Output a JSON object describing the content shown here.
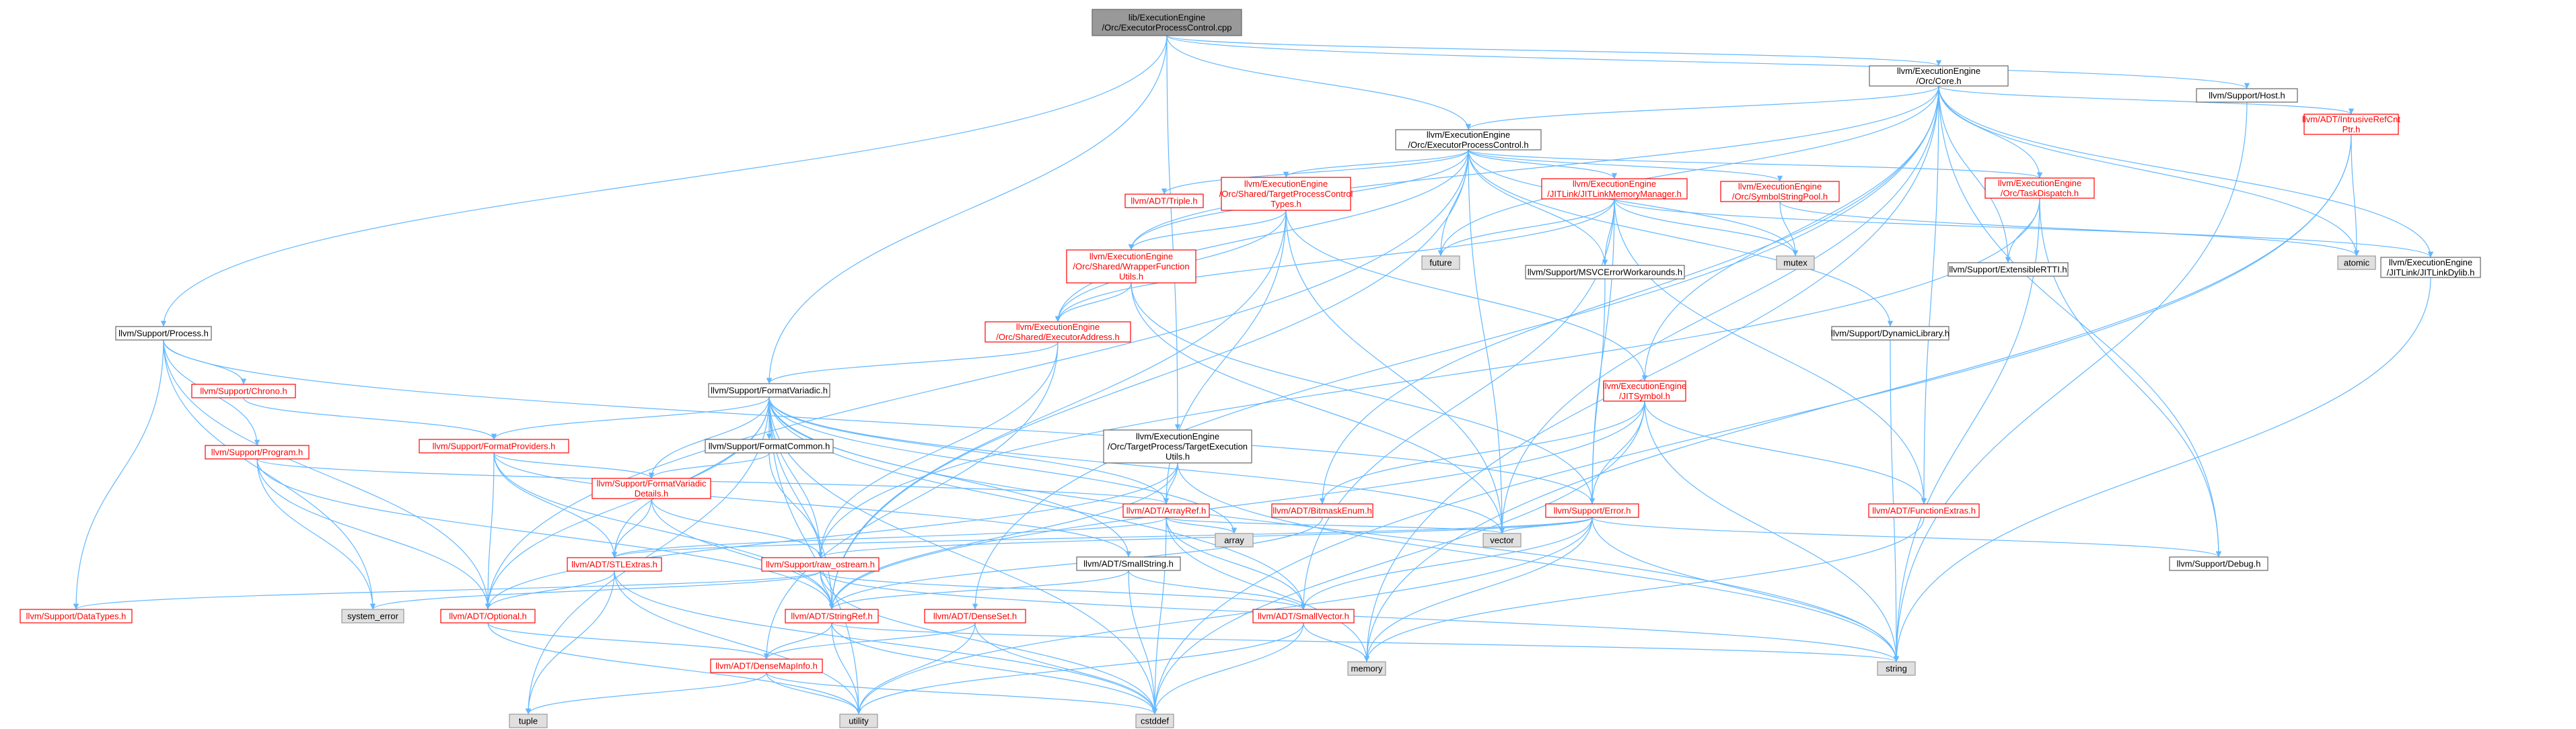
{
  "colors": {
    "edge": "#63b8ff",
    "root_fill": "#999999",
    "node_border": "#666666",
    "link_red": "#ff0000",
    "system_fill": "#e0e0e0"
  },
  "nodes": [
    {
      "id": "root",
      "kind": "root",
      "lines": [
        "lib/ExecutionEngine",
        "/Orc/ExecutorProcessControl.cpp"
      ]
    },
    {
      "id": "core",
      "kind": "white",
      "lines": [
        "llvm/ExecutionEngine",
        "/Orc/Core.h"
      ]
    },
    {
      "id": "host",
      "kind": "white",
      "lines": [
        "llvm/Support/Host.h"
      ]
    },
    {
      "id": "epc",
      "kind": "white",
      "lines": [
        "llvm/ExecutionEngine",
        "/Orc/ExecutorProcessControl.h"
      ]
    },
    {
      "id": "intrusive",
      "kind": "red",
      "lines": [
        "llvm/ADT/IntrusiveRefCnt",
        "Ptr.h"
      ]
    },
    {
      "id": "triple",
      "kind": "red",
      "lines": [
        "llvm/ADT/Triple.h"
      ]
    },
    {
      "id": "tpctypes",
      "kind": "red",
      "lines": [
        "llvm/ExecutionEngine",
        "/Orc/Shared/TargetProcessControl",
        "Types.h"
      ]
    },
    {
      "id": "jitlinkmem",
      "kind": "red",
      "lines": [
        "llvm/ExecutionEngine",
        "/JITLink/JITLinkMemoryManager.h"
      ]
    },
    {
      "id": "symbolpool",
      "kind": "red",
      "lines": [
        "llvm/ExecutionEngine",
        "/Orc/SymbolStringPool.h"
      ]
    },
    {
      "id": "taskdispatch",
      "kind": "red",
      "lines": [
        "llvm/ExecutionEngine",
        "/Orc/TaskDispatch.h"
      ]
    },
    {
      "id": "atomic",
      "kind": "gray",
      "lines": [
        "atomic"
      ]
    },
    {
      "id": "jitlinkdylib",
      "kind": "white",
      "lines": [
        "llvm/ExecutionEngine",
        "/JITLink/JITLinkDylib.h"
      ]
    },
    {
      "id": "future",
      "kind": "gray",
      "lines": [
        "future"
      ]
    },
    {
      "id": "mutex",
      "kind": "gray",
      "lines": [
        "mutex"
      ]
    },
    {
      "id": "extrtti",
      "kind": "white",
      "lines": [
        "llvm/Support/ExtensibleRTTI.h"
      ]
    },
    {
      "id": "wrapperfn",
      "kind": "red",
      "lines": [
        "llvm/ExecutionEngine",
        "/Orc/Shared/WrapperFunction",
        "Utils.h"
      ]
    },
    {
      "id": "msvcerr",
      "kind": "white",
      "lines": [
        "llvm/Support/MSVCErrorWorkarounds.h"
      ]
    },
    {
      "id": "process",
      "kind": "white",
      "lines": [
        "llvm/Support/Process.h"
      ]
    },
    {
      "id": "execaddr",
      "kind": "red",
      "lines": [
        "llvm/ExecutionEngine",
        "/Orc/Shared/ExecutorAddress.h"
      ]
    },
    {
      "id": "dynlib",
      "kind": "white",
      "lines": [
        "llvm/Support/DynamicLibrary.h"
      ]
    },
    {
      "id": "chrono",
      "kind": "red",
      "lines": [
        "llvm/Support/Chrono.h"
      ]
    },
    {
      "id": "formatvariadic",
      "kind": "white",
      "lines": [
        "llvm/Support/FormatVariadic.h"
      ]
    },
    {
      "id": "jitsymbol",
      "kind": "red",
      "lines": [
        "llvm/ExecutionEngine",
        "/JITSymbol.h"
      ]
    },
    {
      "id": "program",
      "kind": "red",
      "lines": [
        "llvm/Support/Program.h"
      ]
    },
    {
      "id": "formatproviders",
      "kind": "red",
      "lines": [
        "llvm/Support/FormatProviders.h"
      ]
    },
    {
      "id": "formatcommon",
      "kind": "white",
      "lines": [
        "llvm/Support/FormatCommon.h"
      ]
    },
    {
      "id": "tpexec",
      "kind": "white",
      "lines": [
        "llvm/ExecutionEngine",
        "/Orc/TargetProcess/TargetExecution",
        "Utils.h"
      ]
    },
    {
      "id": "formatvardetails",
      "kind": "red",
      "lines": [
        "llvm/Support/FormatVariadic",
        "Details.h"
      ]
    },
    {
      "id": "arrayref",
      "kind": "red",
      "lines": [
        "llvm/ADT/ArrayRef.h"
      ]
    },
    {
      "id": "bitmaskenum",
      "kind": "red",
      "lines": [
        "llvm/ADT/BitmaskEnum.h"
      ]
    },
    {
      "id": "error",
      "kind": "red",
      "lines": [
        "llvm/Support/Error.h"
      ]
    },
    {
      "id": "functionextras",
      "kind": "red",
      "lines": [
        "llvm/ADT/FunctionExtras.h"
      ]
    },
    {
      "id": "array",
      "kind": "gray",
      "lines": [
        "array"
      ]
    },
    {
      "id": "vector",
      "kind": "gray",
      "lines": [
        "vector"
      ]
    },
    {
      "id": "stlextras",
      "kind": "red",
      "lines": [
        "llvm/ADT/STLExtras.h"
      ]
    },
    {
      "id": "rawostream",
      "kind": "red",
      "lines": [
        "llvm/Support/raw_ostream.h"
      ]
    },
    {
      "id": "smallstring",
      "kind": "white",
      "lines": [
        "llvm/ADT/SmallString.h"
      ]
    },
    {
      "id": "debug",
      "kind": "white",
      "lines": [
        "llvm/Support/Debug.h"
      ]
    },
    {
      "id": "datatypes",
      "kind": "red",
      "lines": [
        "llvm/Support/DataTypes.h"
      ]
    },
    {
      "id": "systemerror",
      "kind": "gray",
      "lines": [
        "system_error"
      ]
    },
    {
      "id": "optional",
      "kind": "red",
      "lines": [
        "llvm/ADT/Optional.h"
      ]
    },
    {
      "id": "stringref",
      "kind": "red",
      "lines": [
        "llvm/ADT/StringRef.h"
      ]
    },
    {
      "id": "denseset",
      "kind": "red",
      "lines": [
        "llvm/ADT/DenseSet.h"
      ]
    },
    {
      "id": "smallvector",
      "kind": "red",
      "lines": [
        "llvm/ADT/SmallVector.h"
      ]
    },
    {
      "id": "memory",
      "kind": "gray",
      "lines": [
        "memory"
      ]
    },
    {
      "id": "string",
      "kind": "gray",
      "lines": [
        "string"
      ]
    },
    {
      "id": "densemapinfo",
      "kind": "red",
      "lines": [
        "llvm/ADT/DenseMapInfo.h"
      ]
    },
    {
      "id": "tuple",
      "kind": "gray",
      "lines": [
        "tuple"
      ]
    },
    {
      "id": "utility",
      "kind": "gray",
      "lines": [
        "utility"
      ]
    },
    {
      "id": "cstddef",
      "kind": "gray",
      "lines": [
        "cstddef"
      ]
    }
  ],
  "edges": [
    [
      "root",
      "core"
    ],
    [
      "root",
      "host"
    ],
    [
      "root",
      "epc"
    ],
    [
      "root",
      "process"
    ],
    [
      "root",
      "formatvariadic"
    ],
    [
      "root",
      "tpexec"
    ],
    [
      "core",
      "epc"
    ],
    [
      "core",
      "intrusive"
    ],
    [
      "core",
      "taskdispatch"
    ],
    [
      "core",
      "extrtti"
    ],
    [
      "core",
      "jitlinkdylib"
    ],
    [
      "core",
      "atomic"
    ],
    [
      "core",
      "future"
    ],
    [
      "core",
      "jitsymbol"
    ],
    [
      "core",
      "functionextras"
    ],
    [
      "core",
      "debug"
    ],
    [
      "core",
      "bitmaskenum"
    ],
    [
      "core",
      "vector"
    ],
    [
      "core",
      "memory"
    ],
    [
      "core",
      "wrapperfn"
    ],
    [
      "core",
      "denseset"
    ],
    [
      "host",
      "string"
    ],
    [
      "epc",
      "triple"
    ],
    [
      "epc",
      "tpctypes"
    ],
    [
      "epc",
      "jitlinkmem"
    ],
    [
      "epc",
      "symbolpool"
    ],
    [
      "epc",
      "taskdispatch"
    ],
    [
      "epc",
      "msvcerr"
    ],
    [
      "epc",
      "dynlib"
    ],
    [
      "epc",
      "execaddr"
    ],
    [
      "epc",
      "wrapperfn"
    ],
    [
      "epc",
      "future"
    ],
    [
      "epc",
      "mutex"
    ],
    [
      "epc",
      "vector"
    ],
    [
      "epc",
      "stringref"
    ],
    [
      "epc",
      "optional"
    ],
    [
      "intrusive",
      "atomic"
    ],
    [
      "intrusive",
      "cstddef"
    ],
    [
      "intrusive",
      "memory"
    ],
    [
      "tpctypes",
      "wrapperfn"
    ],
    [
      "tpctypes",
      "execaddr"
    ],
    [
      "tpctypes",
      "arrayref"
    ],
    [
      "tpctypes",
      "jitsymbol"
    ],
    [
      "tpctypes",
      "vector"
    ],
    [
      "tpctypes",
      "stringref"
    ],
    [
      "jitlinkmem",
      "execaddr"
    ],
    [
      "jitlinkmem",
      "msvcerr"
    ],
    [
      "jitlinkmem",
      "future"
    ],
    [
      "jitlinkmem",
      "mutex"
    ],
    [
      "jitlinkmem",
      "functionextras"
    ],
    [
      "jitlinkmem",
      "error"
    ],
    [
      "jitlinkmem",
      "jitlinkdylib"
    ],
    [
      "jitlinkmem",
      "smallvector"
    ],
    [
      "symbolpool",
      "mutex"
    ],
    [
      "symbolpool",
      "atomic"
    ],
    [
      "taskdispatch",
      "extrtti"
    ],
    [
      "taskdispatch",
      "debug"
    ],
    [
      "taskdispatch",
      "string"
    ],
    [
      "taskdispatch",
      "rawostream"
    ],
    [
      "jitlinkdylib",
      "string"
    ],
    [
      "wrapperfn",
      "execaddr"
    ],
    [
      "wrapperfn",
      "error"
    ],
    [
      "wrapperfn",
      "vector"
    ],
    [
      "msvcerr",
      "error"
    ],
    [
      "process",
      "chrono"
    ],
    [
      "process",
      "program"
    ],
    [
      "process",
      "datatypes"
    ],
    [
      "process",
      "systemerror"
    ],
    [
      "process",
      "optional"
    ],
    [
      "process",
      "error"
    ],
    [
      "execaddr",
      "formatvariadic"
    ],
    [
      "execaddr",
      "rawostream"
    ],
    [
      "execaddr",
      "densemapinfo"
    ],
    [
      "dynlib",
      "string"
    ],
    [
      "chrono",
      "formatproviders"
    ],
    [
      "formatvariadic",
      "formatproviders"
    ],
    [
      "formatvariadic",
      "formatcommon"
    ],
    [
      "formatvariadic",
      "formatvardetails"
    ],
    [
      "formatvariadic",
      "arrayref"
    ],
    [
      "formatvariadic",
      "stlextras"
    ],
    [
      "formatvariadic",
      "rawostream"
    ],
    [
      "formatvariadic",
      "smallstring"
    ],
    [
      "formatvariadic",
      "stringref"
    ],
    [
      "formatvariadic",
      "optional"
    ],
    [
      "formatvariadic",
      "smallvector"
    ],
    [
      "formatvariadic",
      "array"
    ],
    [
      "formatvariadic",
      "string"
    ],
    [
      "formatvariadic",
      "tuple"
    ],
    [
      "formatvariadic",
      "utility"
    ],
    [
      "formatvariadic",
      "cstddef"
    ],
    [
      "formatvariadic",
      "vector"
    ],
    [
      "jitsymbol",
      "error"
    ],
    [
      "jitsymbol",
      "bitmaskenum"
    ],
    [
      "jitsymbol",
      "functionextras"
    ],
    [
      "jitsymbol",
      "stringref"
    ],
    [
      "jitsymbol",
      "string"
    ],
    [
      "jitsymbol",
      "cstddef"
    ],
    [
      "program",
      "arrayref"
    ],
    [
      "program",
      "stringref"
    ],
    [
      "program",
      "optional"
    ],
    [
      "program",
      "systemerror"
    ],
    [
      "formatproviders",
      "formatvardetails"
    ],
    [
      "formatproviders",
      "stlextras"
    ],
    [
      "formatproviders",
      "stringref"
    ],
    [
      "formatproviders",
      "optional"
    ],
    [
      "formatproviders",
      "smallstring"
    ],
    [
      "formatcommon",
      "formatvardetails"
    ],
    [
      "formatcommon",
      "rawostream"
    ],
    [
      "tpexec",
      "arrayref"
    ],
    [
      "tpexec",
      "optional"
    ],
    [
      "tpexec",
      "stringref"
    ],
    [
      "tpexec",
      "string"
    ],
    [
      "formatvardetails",
      "stlextras"
    ],
    [
      "formatvardetails",
      "rawostream"
    ],
    [
      "formatvardetails",
      "stringref"
    ],
    [
      "arrayref",
      "stlextras"
    ],
    [
      "arrayref",
      "smallvector"
    ],
    [
      "arrayref",
      "array"
    ],
    [
      "arrayref",
      "vector"
    ],
    [
      "arrayref",
      "memory"
    ],
    [
      "arrayref",
      "cstddef"
    ],
    [
      "bitmaskenum",
      "stringref"
    ],
    [
      "error",
      "stlextras"
    ],
    [
      "error",
      "debug"
    ],
    [
      "error",
      "rawostream"
    ],
    [
      "error",
      "smallvector"
    ],
    [
      "error",
      "vector"
    ],
    [
      "error",
      "string"
    ],
    [
      "error",
      "memory"
    ],
    [
      "error",
      "utility"
    ],
    [
      "functionextras",
      "memory"
    ],
    [
      "stlextras",
      "optional"
    ],
    [
      "stlextras",
      "tuple"
    ],
    [
      "stlextras",
      "utility"
    ],
    [
      "stlextras",
      "cstddef"
    ],
    [
      "rawostream",
      "stringref"
    ],
    [
      "rawostream",
      "smallvector"
    ],
    [
      "rawostream",
      "datatypes"
    ],
    [
      "rawostream",
      "systemerror"
    ],
    [
      "rawostream",
      "cstddef"
    ],
    [
      "rawostream",
      "string"
    ],
    [
      "smallstring",
      "stringref"
    ],
    [
      "smallstring",
      "smallvector"
    ],
    [
      "smallstring",
      "cstddef"
    ],
    [
      "optional",
      "densemapinfo"
    ],
    [
      "optional",
      "utility"
    ],
    [
      "stringref",
      "densemapinfo"
    ],
    [
      "stringref",
      "string"
    ],
    [
      "stringref",
      "utility"
    ],
    [
      "stringref",
      "cstddef"
    ],
    [
      "denseset",
      "densemapinfo"
    ],
    [
      "denseset",
      "cstddef"
    ],
    [
      "denseset",
      "utility"
    ],
    [
      "smallvector",
      "cstddef"
    ],
    [
      "smallvector",
      "memory"
    ],
    [
      "smallvector",
      "utility"
    ],
    [
      "densemapinfo",
      "tuple"
    ],
    [
      "densemapinfo",
      "utility"
    ],
    [
      "densemapinfo",
      "cstddef"
    ]
  ]
}
